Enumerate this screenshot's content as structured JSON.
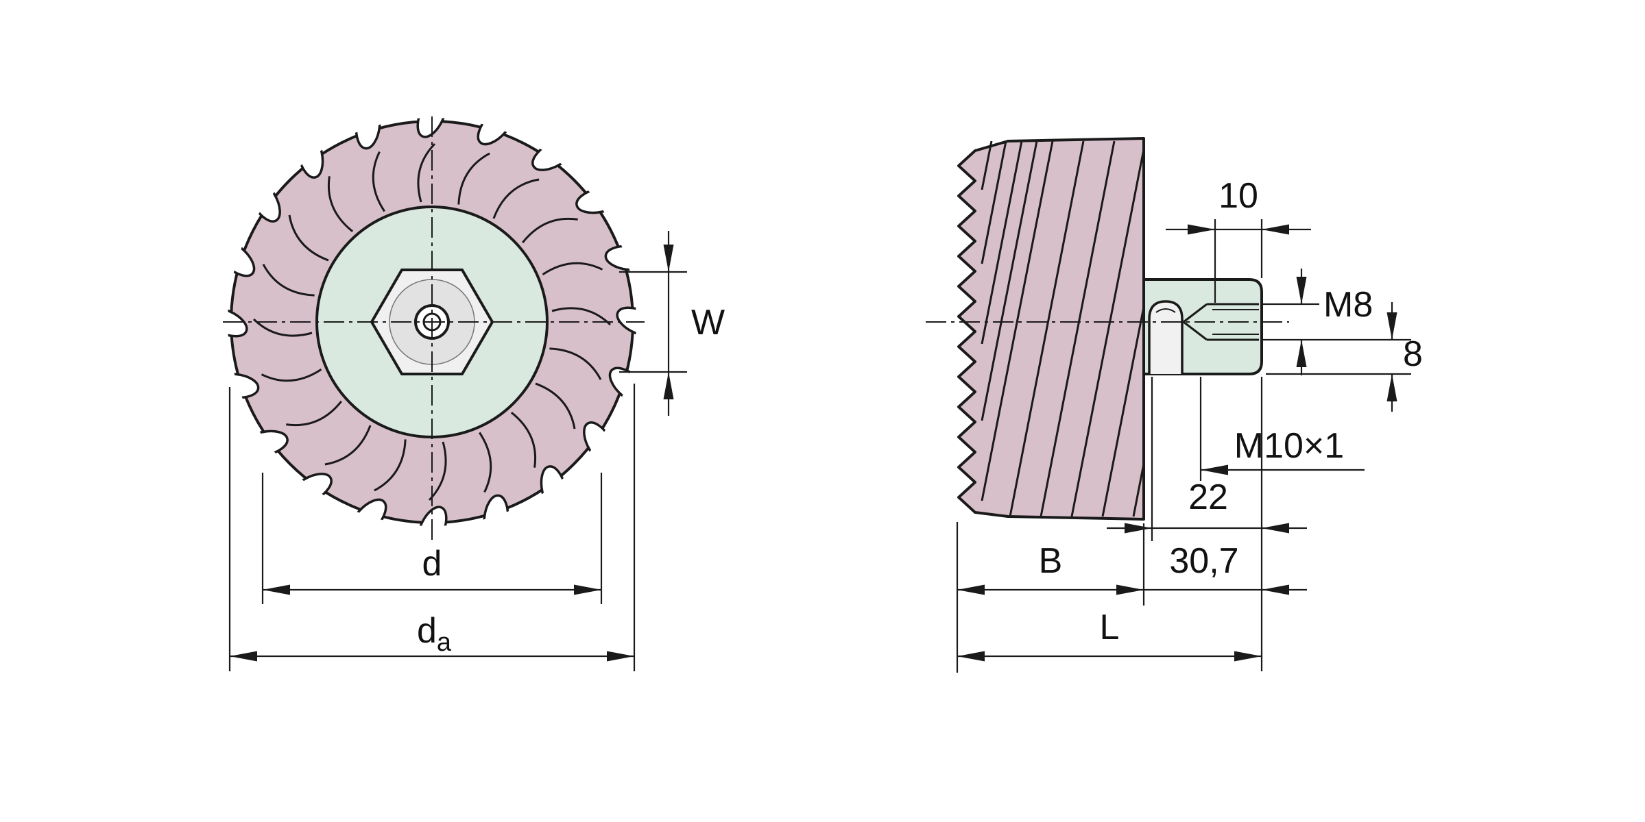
{
  "drawing": {
    "kind": "engineering-drawing-friction-wheel",
    "views": {
      "front": {
        "dims": {
          "w": "W",
          "d": "d",
          "da": {
            "base": "d",
            "sub": "a"
          }
        }
      },
      "side": {
        "dims": {
          "thread_length": "10",
          "inner_thread": "M8",
          "depth": "8",
          "outer_thread": "M10×1",
          "len22": "22",
          "len307": "30,7",
          "width_b": "B",
          "overall_l": "L"
        }
      }
    },
    "colors": {
      "tread": "#d8c0cb",
      "core": "#d9e9e0",
      "outline": "#1a1a1a",
      "metal_light": "#f0f0f0",
      "metal_mid": "#e2e2e2"
    }
  }
}
